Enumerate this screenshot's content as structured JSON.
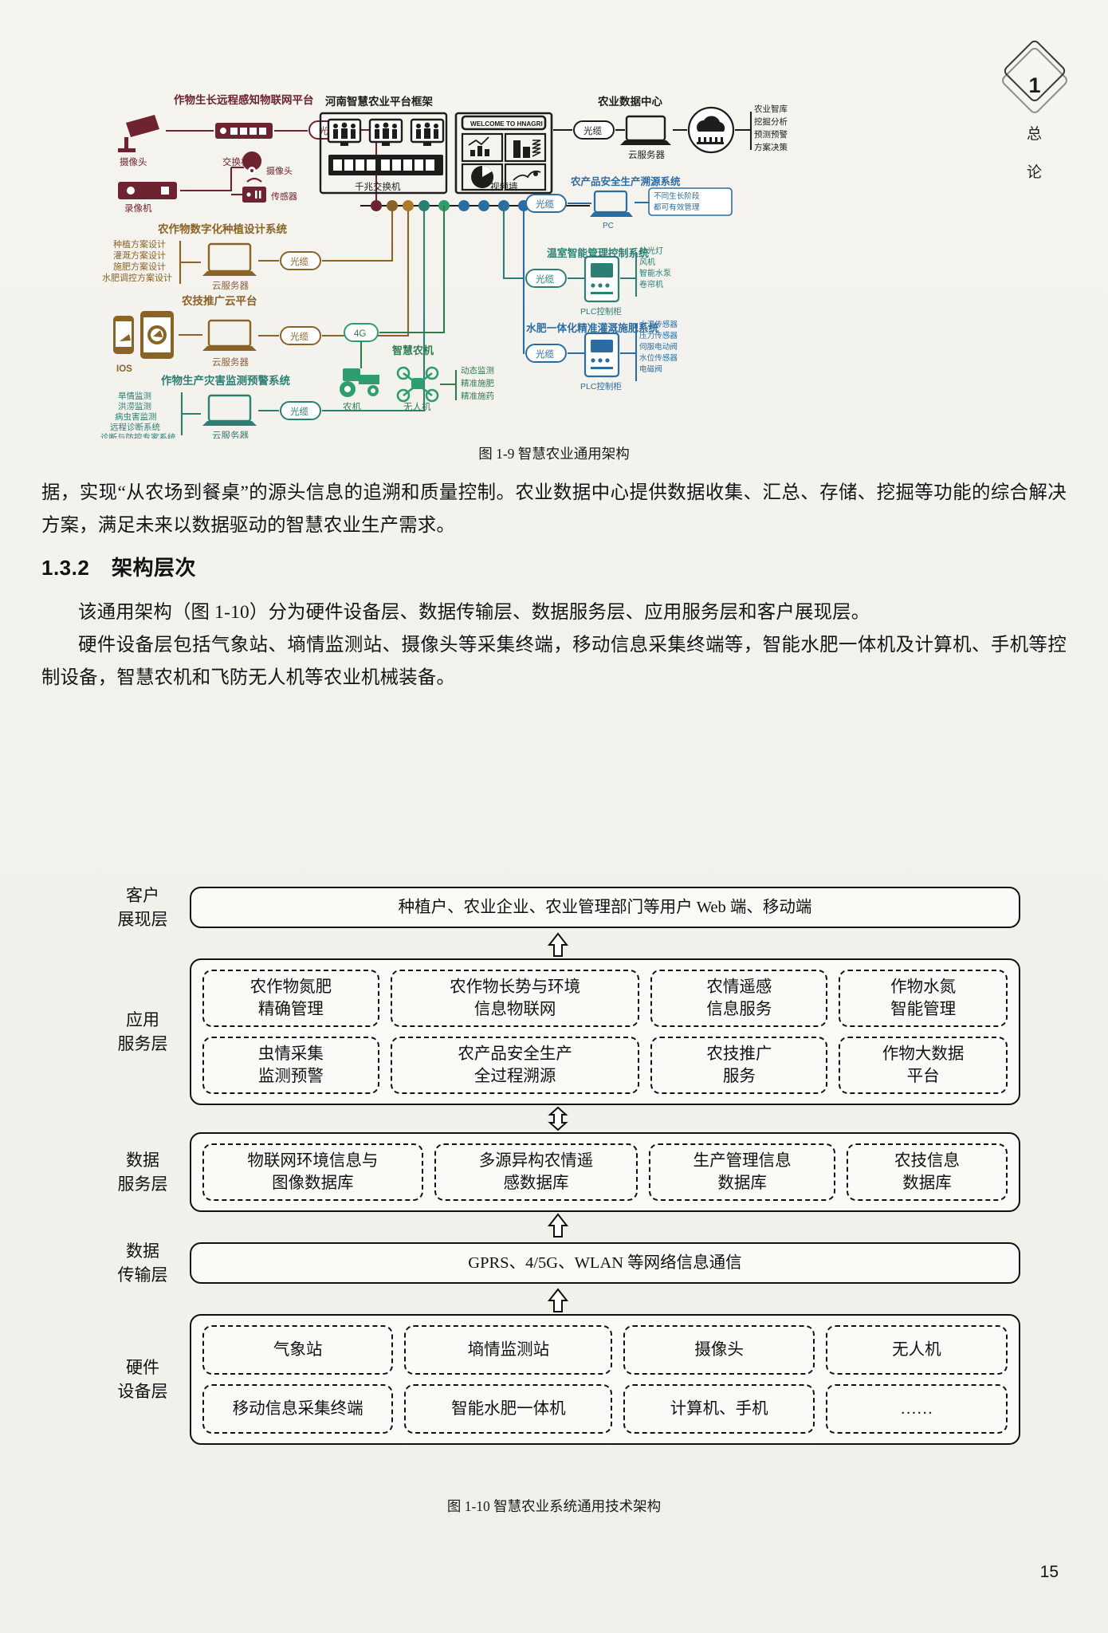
{
  "chapter_tab": {
    "number": "1",
    "vertical_text": [
      "总",
      "论"
    ]
  },
  "page_number": "15",
  "figure_1_9": {
    "caption": "图 1-9    智慧农业通用架构",
    "groups": {
      "crop_growth_platform": {
        "title": "作物生长远程感知物联网平台",
        "nodes": [
          "摄像头",
          "交换机",
          "录像机",
          "摄像头",
          "传感器"
        ],
        "link": "光缆"
      },
      "digital_planting": {
        "title": "农作物数字化种植设计系统",
        "items": [
          "种植方案设计",
          "灌溉方案设计",
          "施肥方案设计",
          "水肥调控方案设计"
        ],
        "node": "云服务器",
        "link": "光缆"
      },
      "agri_extension_cloud": {
        "title": "农技推广云平台",
        "device": "IOS",
        "node": "云服务器",
        "link": "光缆"
      },
      "disaster_warning": {
        "title": "作物生产灾害监测预警系统",
        "items": [
          "旱情监测",
          "洪涝监测",
          "病虫害监测",
          "远程诊断系统",
          "诊断与防控专家系统"
        ],
        "node": "云服务器",
        "link": "光缆"
      },
      "henan_platform": {
        "title": "河南智慧农业平台框架",
        "banner": "WELCOME TO HNAGRI",
        "labels": [
          "千兆交换机",
          "视频墙"
        ]
      },
      "data_center": {
        "title": "农业数据中心",
        "node": "云服务器",
        "link": "光缆",
        "items": [
          "农业智库",
          "挖掘分析",
          "预测预警",
          "方案决策"
        ]
      },
      "traceability": {
        "title": "农产品安全生产溯源系统",
        "node": "PC",
        "link": "光缆",
        "items": [
          "不同生长阶段",
          "都可有效管理"
        ]
      },
      "greenhouse_control": {
        "title": "温室智能管理控制系统",
        "node": "PLC控制柜",
        "link": "光缆",
        "items": [
          "补光灯",
          "风机",
          "智能水泵",
          "卷帘机"
        ]
      },
      "fertigation": {
        "title": "水肥一体化精准灌溉施肥系统",
        "node": "PLC控制柜",
        "link": "光缆",
        "items": [
          "水温传感器",
          "压力传感器",
          "伺服电动阀",
          "水位传感器",
          "电磁阀"
        ]
      },
      "smart_machinery": {
        "title": "智慧农机",
        "link": "4G",
        "nodes": [
          "农机",
          "无人机"
        ],
        "items": [
          "动态监测",
          "精准施肥",
          "精准施药"
        ]
      }
    }
  },
  "text": {
    "para1": "据，实现“从农场到餐桌”的源头信息的追溯和质量控制。农业数据中心提供数据收集、汇总、存储、挖掘等功能的综合解决方案，满足未来以数据驱动的智慧农业生产需求。",
    "section_number": "1.3.2",
    "section_title": "架构层次",
    "para2": "该通用架构（图 1-10）分为硬件设备层、数据传输层、数据服务层、应用服务层和客户展现层。",
    "para3": "硬件设备层包括气象站、墒情监测站、摄像头等采集终端，移动信息采集终端等，智能水肥一体机及计算机、手机等控制设备，智慧农机和飞防无人机等农业机械装备。"
  },
  "figure_1_10": {
    "caption": "图 1-10    智慧农业系统通用技术架构",
    "layers": [
      {
        "label": [
          "客户",
          "展现层"
        ],
        "rows": [
          {
            "boxes": [
              {
                "text": "种植户、农业企业、农业管理部门等用户 Web 端、移动端",
                "dashed": false,
                "flex": 1
              }
            ]
          }
        ]
      },
      {
        "label": [
          "应用",
          "服务层"
        ],
        "rows": [
          {
            "boxes": [
              {
                "text": "农作物氮肥\n精确管理",
                "dashed": true,
                "flex": 1
              },
              {
                "text": "农作物长势与环境\n信息物联网",
                "dashed": true,
                "flex": 1.45
              },
              {
                "text": "农情遥感\n信息服务",
                "dashed": true,
                "flex": 1
              },
              {
                "text": "作物水氮\n智能管理",
                "dashed": true,
                "flex": 0.95
              }
            ]
          },
          {
            "boxes": [
              {
                "text": "虫情采集\n监测预警",
                "dashed": true,
                "flex": 1
              },
              {
                "text": "农产品安全生产\n全过程溯源",
                "dashed": true,
                "flex": 1.45
              },
              {
                "text": "农技推广\n服务",
                "dashed": true,
                "flex": 1
              },
              {
                "text": "作物大数据\n平台",
                "dashed": true,
                "flex": 0.95
              }
            ]
          }
        ]
      },
      {
        "label": [
          "数据",
          "服务层"
        ],
        "rows": [
          {
            "boxes": [
              {
                "text": "物联网环境信息与\n图像数据库",
                "dashed": true,
                "flex": 1.2
              },
              {
                "text": "多源异构农情遥\n感数据库",
                "dashed": true,
                "flex": 1.1
              },
              {
                "text": "生产管理信息\n数据库",
                "dashed": true,
                "flex": 1
              },
              {
                "text": "农技信息\n数据库",
                "dashed": true,
                "flex": 0.85
              }
            ]
          }
        ]
      },
      {
        "label": [
          "数据",
          "传输层"
        ],
        "rows": [
          {
            "boxes": [
              {
                "text": "GPRS、4/5G、WLAN 等网络信息通信",
                "dashed": false,
                "flex": 1
              }
            ]
          }
        ]
      },
      {
        "label": [
          "硬件",
          "设备层"
        ],
        "rows": [
          {
            "boxes": [
              {
                "text": "气象站",
                "dashed": true,
                "flex": 1
              },
              {
                "text": "墒情监测站",
                "dashed": true,
                "flex": 1.1
              },
              {
                "text": "摄像头",
                "dashed": true,
                "flex": 1
              },
              {
                "text": "无人机",
                "dashed": true,
                "flex": 0.95
              }
            ]
          },
          {
            "boxes": [
              {
                "text": "移动信息采集终端",
                "dashed": true,
                "flex": 1
              },
              {
                "text": "智能水肥一体机",
                "dashed": true,
                "flex": 1.1
              },
              {
                "text": "计算机、手机",
                "dashed": true,
                "flex": 1
              },
              {
                "text": "……",
                "dashed": true,
                "flex": 0.95
              }
            ]
          }
        ]
      }
    ]
  },
  "colors": {
    "maroon": "#6e2330",
    "brown": "#8a6327",
    "teal": "#2b7f73",
    "green": "#2f7d4f",
    "dark": "#1d1d1b",
    "blue": "#2b6ca3"
  }
}
